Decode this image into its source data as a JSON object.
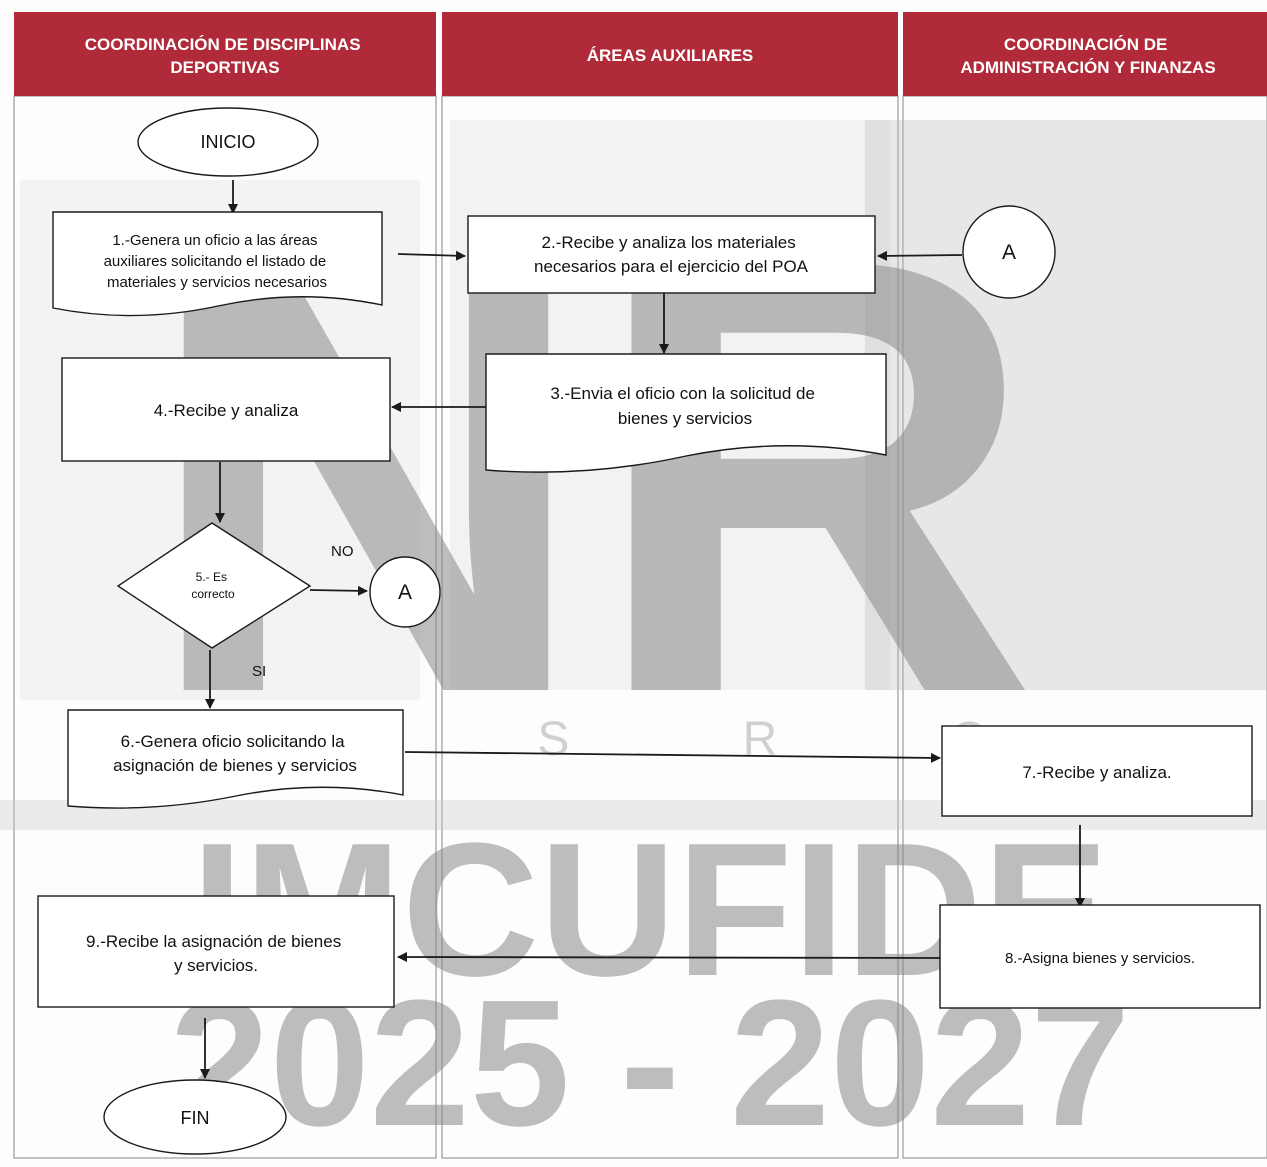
{
  "lanes": [
    {
      "title_lines": [
        "COORDINACIÓN DE DISCIPLINAS",
        "DEPORTIVAS"
      ]
    },
    {
      "title_lines": [
        "ÁREAS AUXILIARES"
      ]
    },
    {
      "title_lines": [
        "COORDINACIÓN DE",
        "ADMINISTRACIÓN Y FINANZAS"
      ]
    }
  ],
  "colors": {
    "header": "#b02a3a",
    "line": "#1a1a1a",
    "watermark": "#8a8a8a"
  },
  "watermark": {
    "logo_letters": "NR",
    "spaced_text": "Á S R O",
    "brand": "IMCUFIDE",
    "years": "2025 - 2027"
  },
  "nodes": {
    "start": {
      "label": "INICIO"
    },
    "step1": {
      "lines": [
        "1.-Genera un oficio a las áreas",
        "auxiliares solicitando el listado de",
        "materiales y servicios necesarios"
      ]
    },
    "step2": {
      "lines": [
        "2.-Recibe y analiza los materiales",
        "necesarios para el ejercicio del POA"
      ]
    },
    "connector_in": {
      "label": "A"
    },
    "step3": {
      "lines": [
        "3.-Envia el oficio con la solicitud de",
        "bienes y servicios"
      ]
    },
    "step4": {
      "lines": [
        "4.-Recibe y analiza"
      ]
    },
    "step5": {
      "lines": [
        "5.- Es",
        "correcto"
      ]
    },
    "branch_no": {
      "label": "NO"
    },
    "connector_out": {
      "label": "A"
    },
    "branch_si": {
      "label": "SI"
    },
    "step6": {
      "lines": [
        "6.-Genera oficio solicitando la",
        "asignación de bienes y servicios"
      ]
    },
    "step7": {
      "lines": [
        "7.-Recibe y analiza."
      ]
    },
    "step8": {
      "lines": [
        "8.-Asigna bienes y servicios."
      ]
    },
    "step9": {
      "lines": [
        "9.-Recibe la asignación de bienes",
        "y servicios."
      ]
    },
    "end": {
      "label": "FIN"
    }
  }
}
